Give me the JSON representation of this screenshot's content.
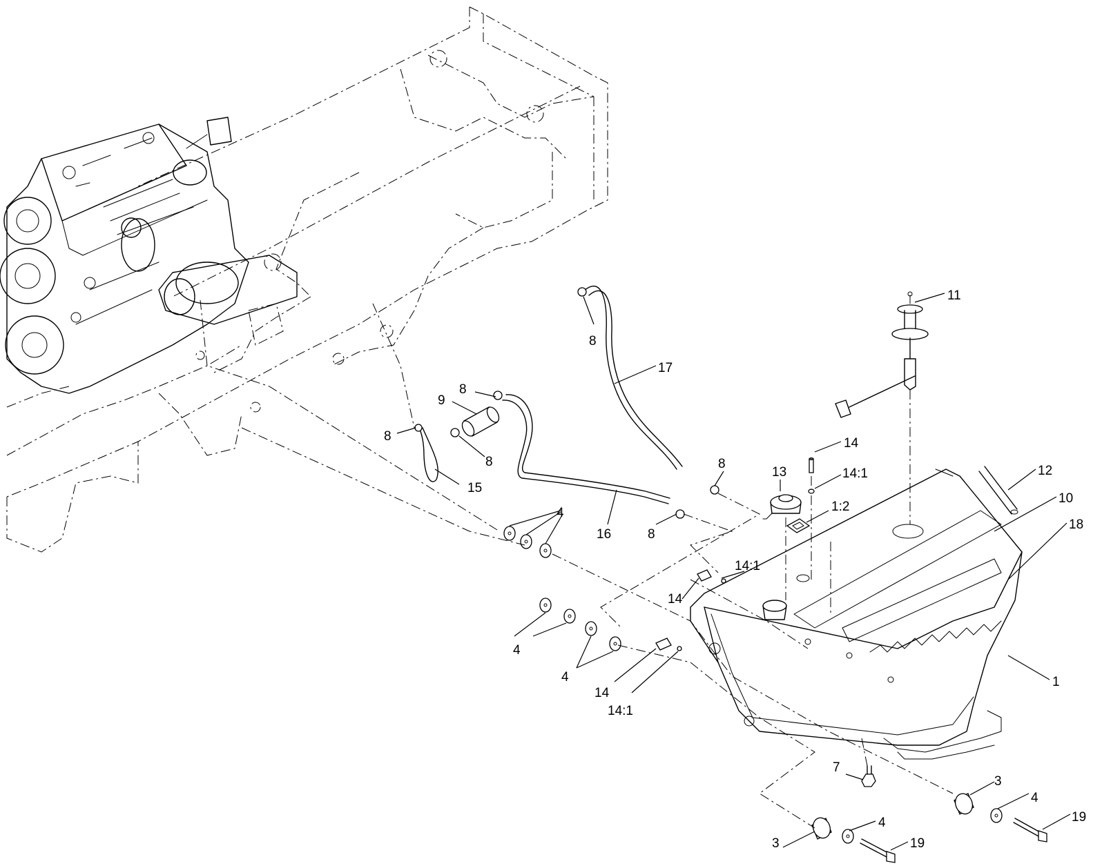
{
  "callouts": [
    {
      "text": "11"
    },
    {
      "text": "8"
    },
    {
      "text": "17"
    },
    {
      "text": "8"
    },
    {
      "text": "9"
    },
    {
      "text": "8"
    },
    {
      "text": "8"
    },
    {
      "text": "15"
    },
    {
      "text": "14"
    },
    {
      "text": "8"
    },
    {
      "text": "13"
    },
    {
      "text": "14:1"
    },
    {
      "text": "12"
    },
    {
      "text": "10"
    },
    {
      "text": "1:2"
    },
    {
      "text": "18"
    },
    {
      "text": "4"
    },
    {
      "text": "16"
    },
    {
      "text": "8"
    },
    {
      "text": "14:1"
    },
    {
      "text": "14"
    },
    {
      "text": "4"
    },
    {
      "text": "4"
    },
    {
      "text": "14"
    },
    {
      "text": "14:1"
    },
    {
      "text": "1"
    },
    {
      "text": "7"
    },
    {
      "text": "3"
    },
    {
      "text": "4"
    },
    {
      "text": "19"
    },
    {
      "text": "3"
    },
    {
      "text": "4"
    },
    {
      "text": "19"
    }
  ]
}
